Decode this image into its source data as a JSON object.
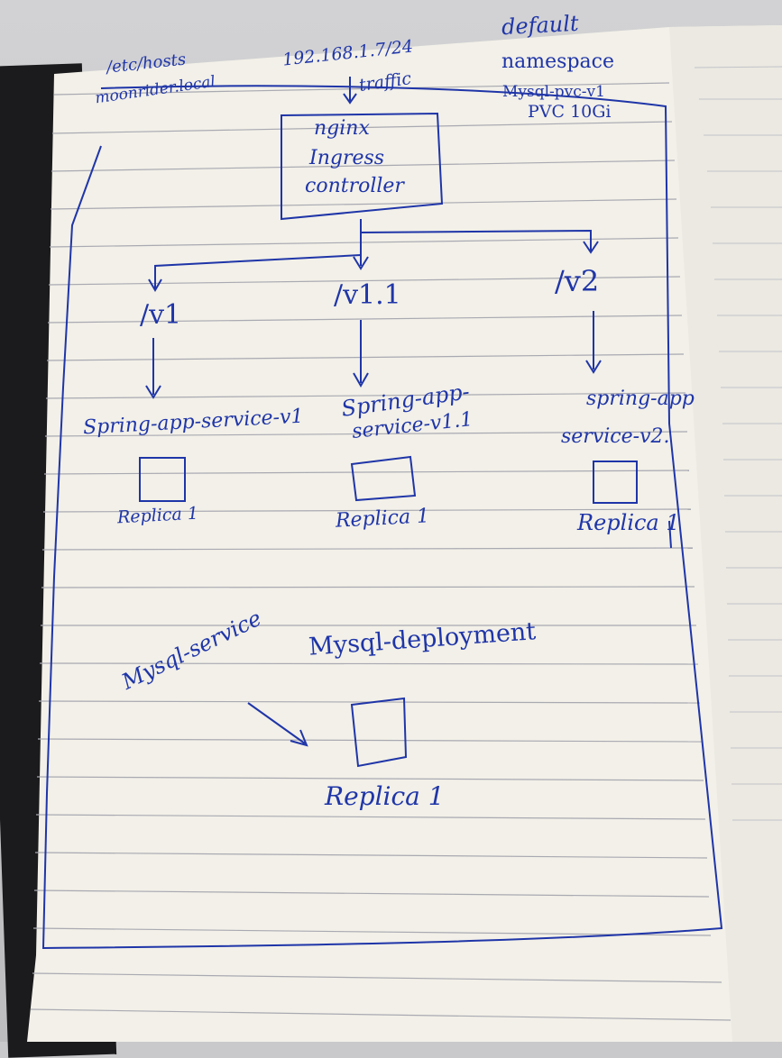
{
  "note": {
    "etc_hosts": "/etc/hosts",
    "host_domain": "moonrider.local",
    "ip_address": "192.168.1.7/24",
    "traffic": "traffic",
    "namespace_line1": "default",
    "namespace_line2": "namespace",
    "pvc_name": "Mysql-pvc-v1",
    "pvc_size": "PVC   10Gi",
    "ingress_line1": "nginx",
    "ingress_line2": "Ingress",
    "ingress_line3": "controller",
    "route_v1": "/v1",
    "route_v11": "/v1.1",
    "route_v2": "/v2",
    "service_v1": "Spring-app-service-v1",
    "service_v11_line1": "Spring-app-",
    "service_v11_line2": "service-v1.1",
    "service_v2_line1": "spring-app",
    "service_v2_line2": "service-v2.",
    "replica_v1": "Replica 1",
    "replica_v11": "Replica 1",
    "replica_v2": "Replica 1",
    "mysql_deployment": "Mysql-deployment",
    "mysql_service": "Mysql-service",
    "mysql_replica": "Replica 1"
  },
  "colors": {
    "ink": "#1f35a8",
    "paper": "#f2f0e8",
    "rule_line": "#a9a9b2",
    "cover": "#1b1b1d"
  }
}
